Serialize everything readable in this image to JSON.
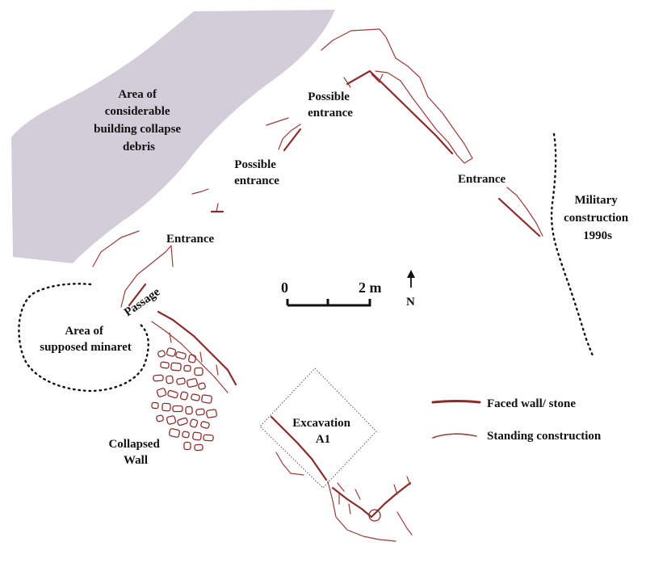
{
  "labels": {
    "debris": [
      "Area of",
      "considerable",
      "building collapse",
      "debris"
    ],
    "possible_entrance_upper": [
      "Possible",
      "entrance"
    ],
    "possible_entrance_lower": [
      "Possible",
      "entrance"
    ],
    "entrance_left": "Entrance",
    "entrance_right": "Entrance",
    "military": [
      "Military",
      "construction",
      "1990s"
    ],
    "passage": "Passage",
    "minaret": [
      "Area of",
      "supposed minaret"
    ],
    "collapsed_wall": [
      "Collapsed",
      "Wall"
    ],
    "excavation": [
      "Excavation",
      "A1"
    ]
  },
  "scale_bar": {
    "start_label": "0",
    "end_label": "2 m"
  },
  "north_arrow": {
    "label": "N"
  },
  "legend": [
    {
      "label": "Faced wall/ stone",
      "line_style": "thick",
      "color": "#8b2c2c"
    },
    {
      "label": "Standing construction",
      "line_style": "thin",
      "color": "#9a3b3b"
    }
  ],
  "colors": {
    "debris_area": "#d3ccd9",
    "wall": "#8b2c2c",
    "outline": "#111111"
  }
}
